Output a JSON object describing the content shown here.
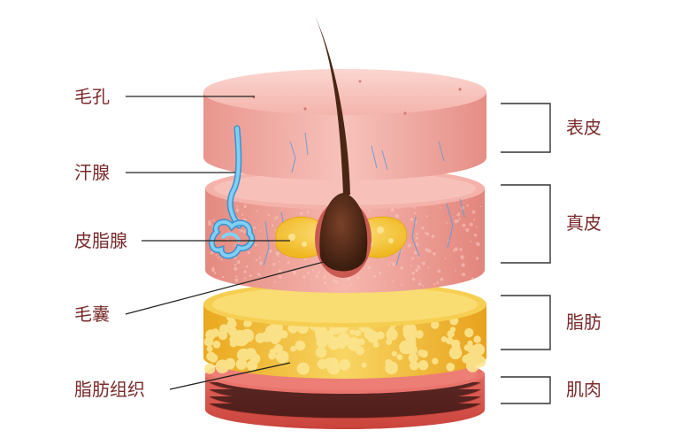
{
  "left_labels": {
    "pore": "毛孔",
    "sweat_gland": "汗腺",
    "sebaceous_gland": "皮脂腺",
    "hair_follicle": "毛囊",
    "adipose_tissue": "脂肪组织"
  },
  "right_labels": {
    "epidermis": "表皮",
    "dermis": "真皮",
    "fat": "脂肪",
    "muscle": "肌肉"
  },
  "colors": {
    "label_text": "#7a2a2a",
    "epidermis": "#f2aca4",
    "dermis": "#f0a39a",
    "fat": "#f3c43a",
    "muscle": "#d9584f",
    "hair": "#4a2614",
    "sweat_gland": "#6ec6f0",
    "sebaceous_gland": "#f7c93c"
  }
}
